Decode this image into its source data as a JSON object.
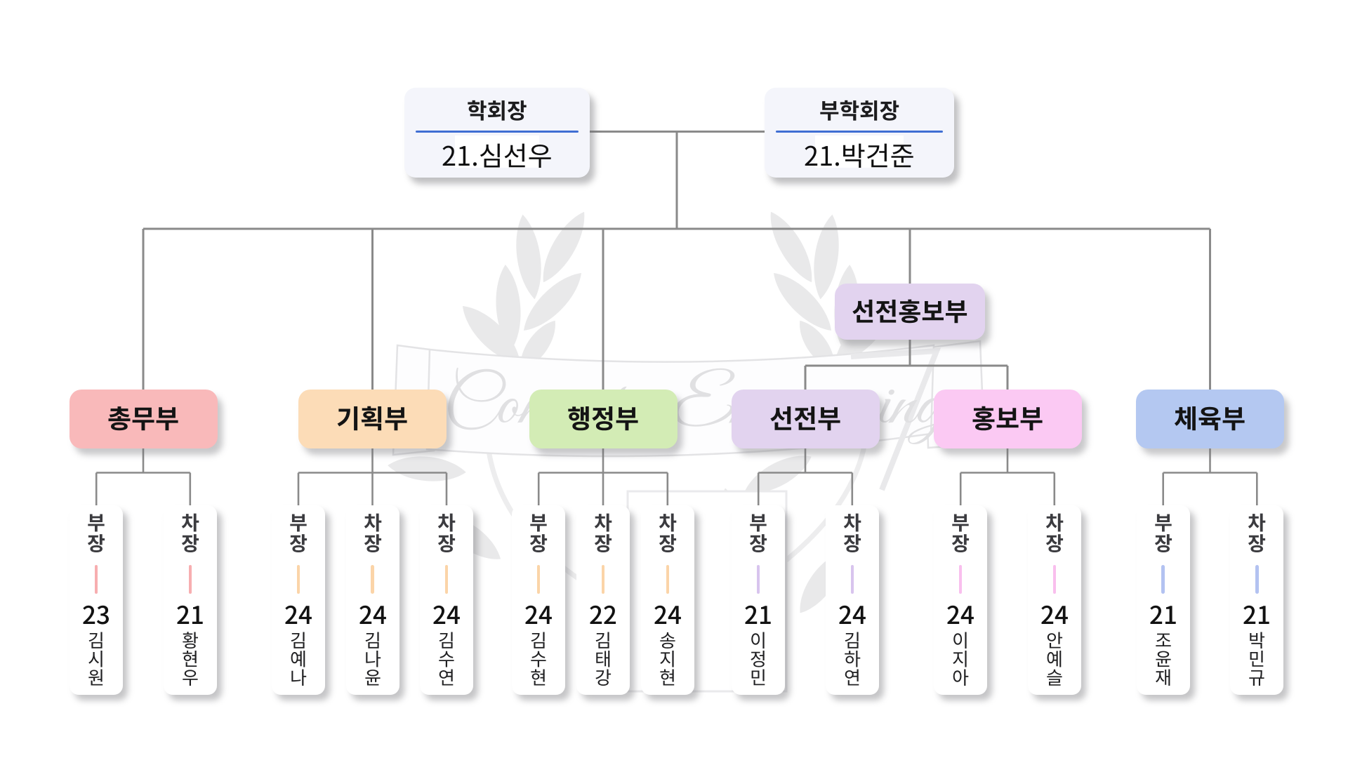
{
  "president": {
    "title": "학회장",
    "name": "21.심선우"
  },
  "vice_president": {
    "title": "부학회장",
    "name": "21.박건준"
  },
  "departments": [
    {
      "name": "총무부",
      "color": "#f9b9ba",
      "tick_color": "#f7aeb0",
      "members": [
        {
          "role": "부장",
          "year": "23",
          "name": "김시원"
        },
        {
          "role": "차장",
          "year": "21",
          "name": "황현우"
        }
      ]
    },
    {
      "name": "기획부",
      "color": "#fcdcb7",
      "tick_color": "#fbd4a8",
      "members": [
        {
          "role": "부장",
          "year": "24",
          "name": "김예나"
        },
        {
          "role": "차장",
          "year": "24",
          "name": "김나윤"
        },
        {
          "role": "차장",
          "year": "24",
          "name": "김수연"
        }
      ]
    },
    {
      "name": "행정부",
      "color": "#d3ecb5",
      "tick_color": "#fbd4a8",
      "members": [
        {
          "role": "부장",
          "year": "24",
          "name": "김수현"
        },
        {
          "role": "차장",
          "year": "22",
          "name": "김태강"
        },
        {
          "role": "차장",
          "year": "24",
          "name": "송지현"
        }
      ]
    },
    {
      "name": "선전부",
      "color": "#e2d3ef",
      "tick_color": "#d8c4ee",
      "members": [
        {
          "role": "부장",
          "year": "21",
          "name": "이정민"
        },
        {
          "role": "차장",
          "year": "24",
          "name": "김하연"
        }
      ]
    },
    {
      "name": "홍보부",
      "color": "#fbc9f3",
      "tick_color": "#f9bfee",
      "members": [
        {
          "role": "부장",
          "year": "24",
          "name": "이지아"
        },
        {
          "role": "차장",
          "year": "24",
          "name": "안예슬"
        }
      ]
    },
    {
      "name": "체육부",
      "color": "#b4c8f1",
      "tick_color": "#b3c2f1",
      "members": [
        {
          "role": "부장",
          "year": "21",
          "name": "조윤재"
        },
        {
          "role": "차장",
          "year": "21",
          "name": "박민규"
        }
      ]
    }
  ],
  "pr_group": {
    "name": "선전홍보부",
    "color": "#e2d3ef",
    "children": [
      "선전부",
      "홍보부"
    ]
  },
  "watermark_text": "Computer Engineering",
  "colors": {
    "background": "#ffffff",
    "connector": "#8a8a8a",
    "divider_blue": "#3f6ed3",
    "executive_box": "#f4f5fb",
    "member_card": "#ffffff"
  }
}
